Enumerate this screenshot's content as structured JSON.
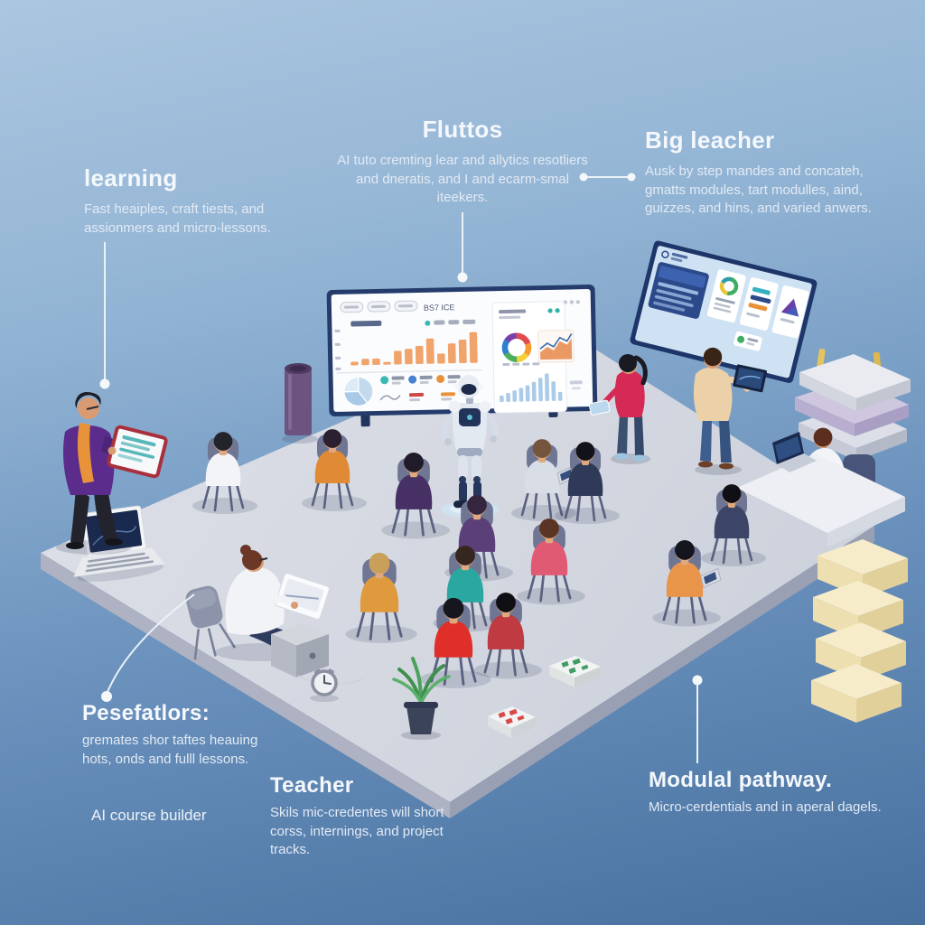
{
  "labels": {
    "learning": {
      "heading": "learning",
      "body": "Fast heaiples, craft tiests, and assionmers and micro-lessons."
    },
    "fluttos": {
      "heading": "Fluttos",
      "body": "AI tuto cremting lear and allytics resotliers and dneratis, and I and ecarm-smal iteekers."
    },
    "big_leacher": {
      "heading": "Big leacher",
      "body": "Ausk by step mandes and concateh, gmatts modules, tart modulles, aind, guizzes, and hins, and varied anwers."
    },
    "pesefatlors": {
      "heading": "Pesefatlors:",
      "body": "gremates shor taftes heauing hots, onds and fulll lessons.",
      "caption": "AI course builder"
    },
    "teacher": {
      "heading": "Teacher",
      "body": "Skils mic-credentes will short corss, internings, and project tracks."
    },
    "modular_pathway": {
      "heading": "Modulal pathway.",
      "body": "Micro-cerdentials and in aperal dagels."
    }
  },
  "dashboard": {
    "toolbar_code": "BS7 ICE"
  },
  "chart_data": [
    {
      "type": "bar",
      "panel": "main-screen-bar-chart",
      "values": [
        8,
        14,
        14,
        6,
        30,
        34,
        40,
        56,
        22,
        44,
        52,
        68
      ],
      "color": "#f0a36a",
      "title": "",
      "legend_dot_color": "#3bb8b0"
    },
    {
      "type": "donut",
      "panel": "main-screen-side-card",
      "segments": [
        {
          "value": 20,
          "color": "#e14b4b"
        },
        {
          "value": 15,
          "color": "#f59a31"
        },
        {
          "value": 15,
          "color": "#f2d13a"
        },
        {
          "value": 17,
          "color": "#4daf5e"
        },
        {
          "value": 18,
          "color": "#2f7fd0"
        },
        {
          "value": 15,
          "color": "#7a3fa8"
        }
      ]
    },
    {
      "type": "pie",
      "panel": "main-screen-bottom-left",
      "slices": [
        {
          "value": 40,
          "color": "#c2d9ee"
        },
        {
          "value": 35,
          "color": "#a9c9e8"
        },
        {
          "value": 25,
          "color": "#dcebf6"
        }
      ]
    },
    {
      "type": "bar",
      "panel": "side-card-mini-bars",
      "values": [
        16,
        22,
        28,
        34,
        40,
        48,
        58,
        68,
        48,
        22
      ],
      "color": "#abcbe8"
    }
  ],
  "colors": {
    "background_top": "#abc6e0",
    "background_bottom": "#47709f",
    "platform": "#d6d9e1",
    "screen_frame": "#22355f",
    "accent_orange": "#f0a36a",
    "leader_line": "#eaf2f8"
  }
}
